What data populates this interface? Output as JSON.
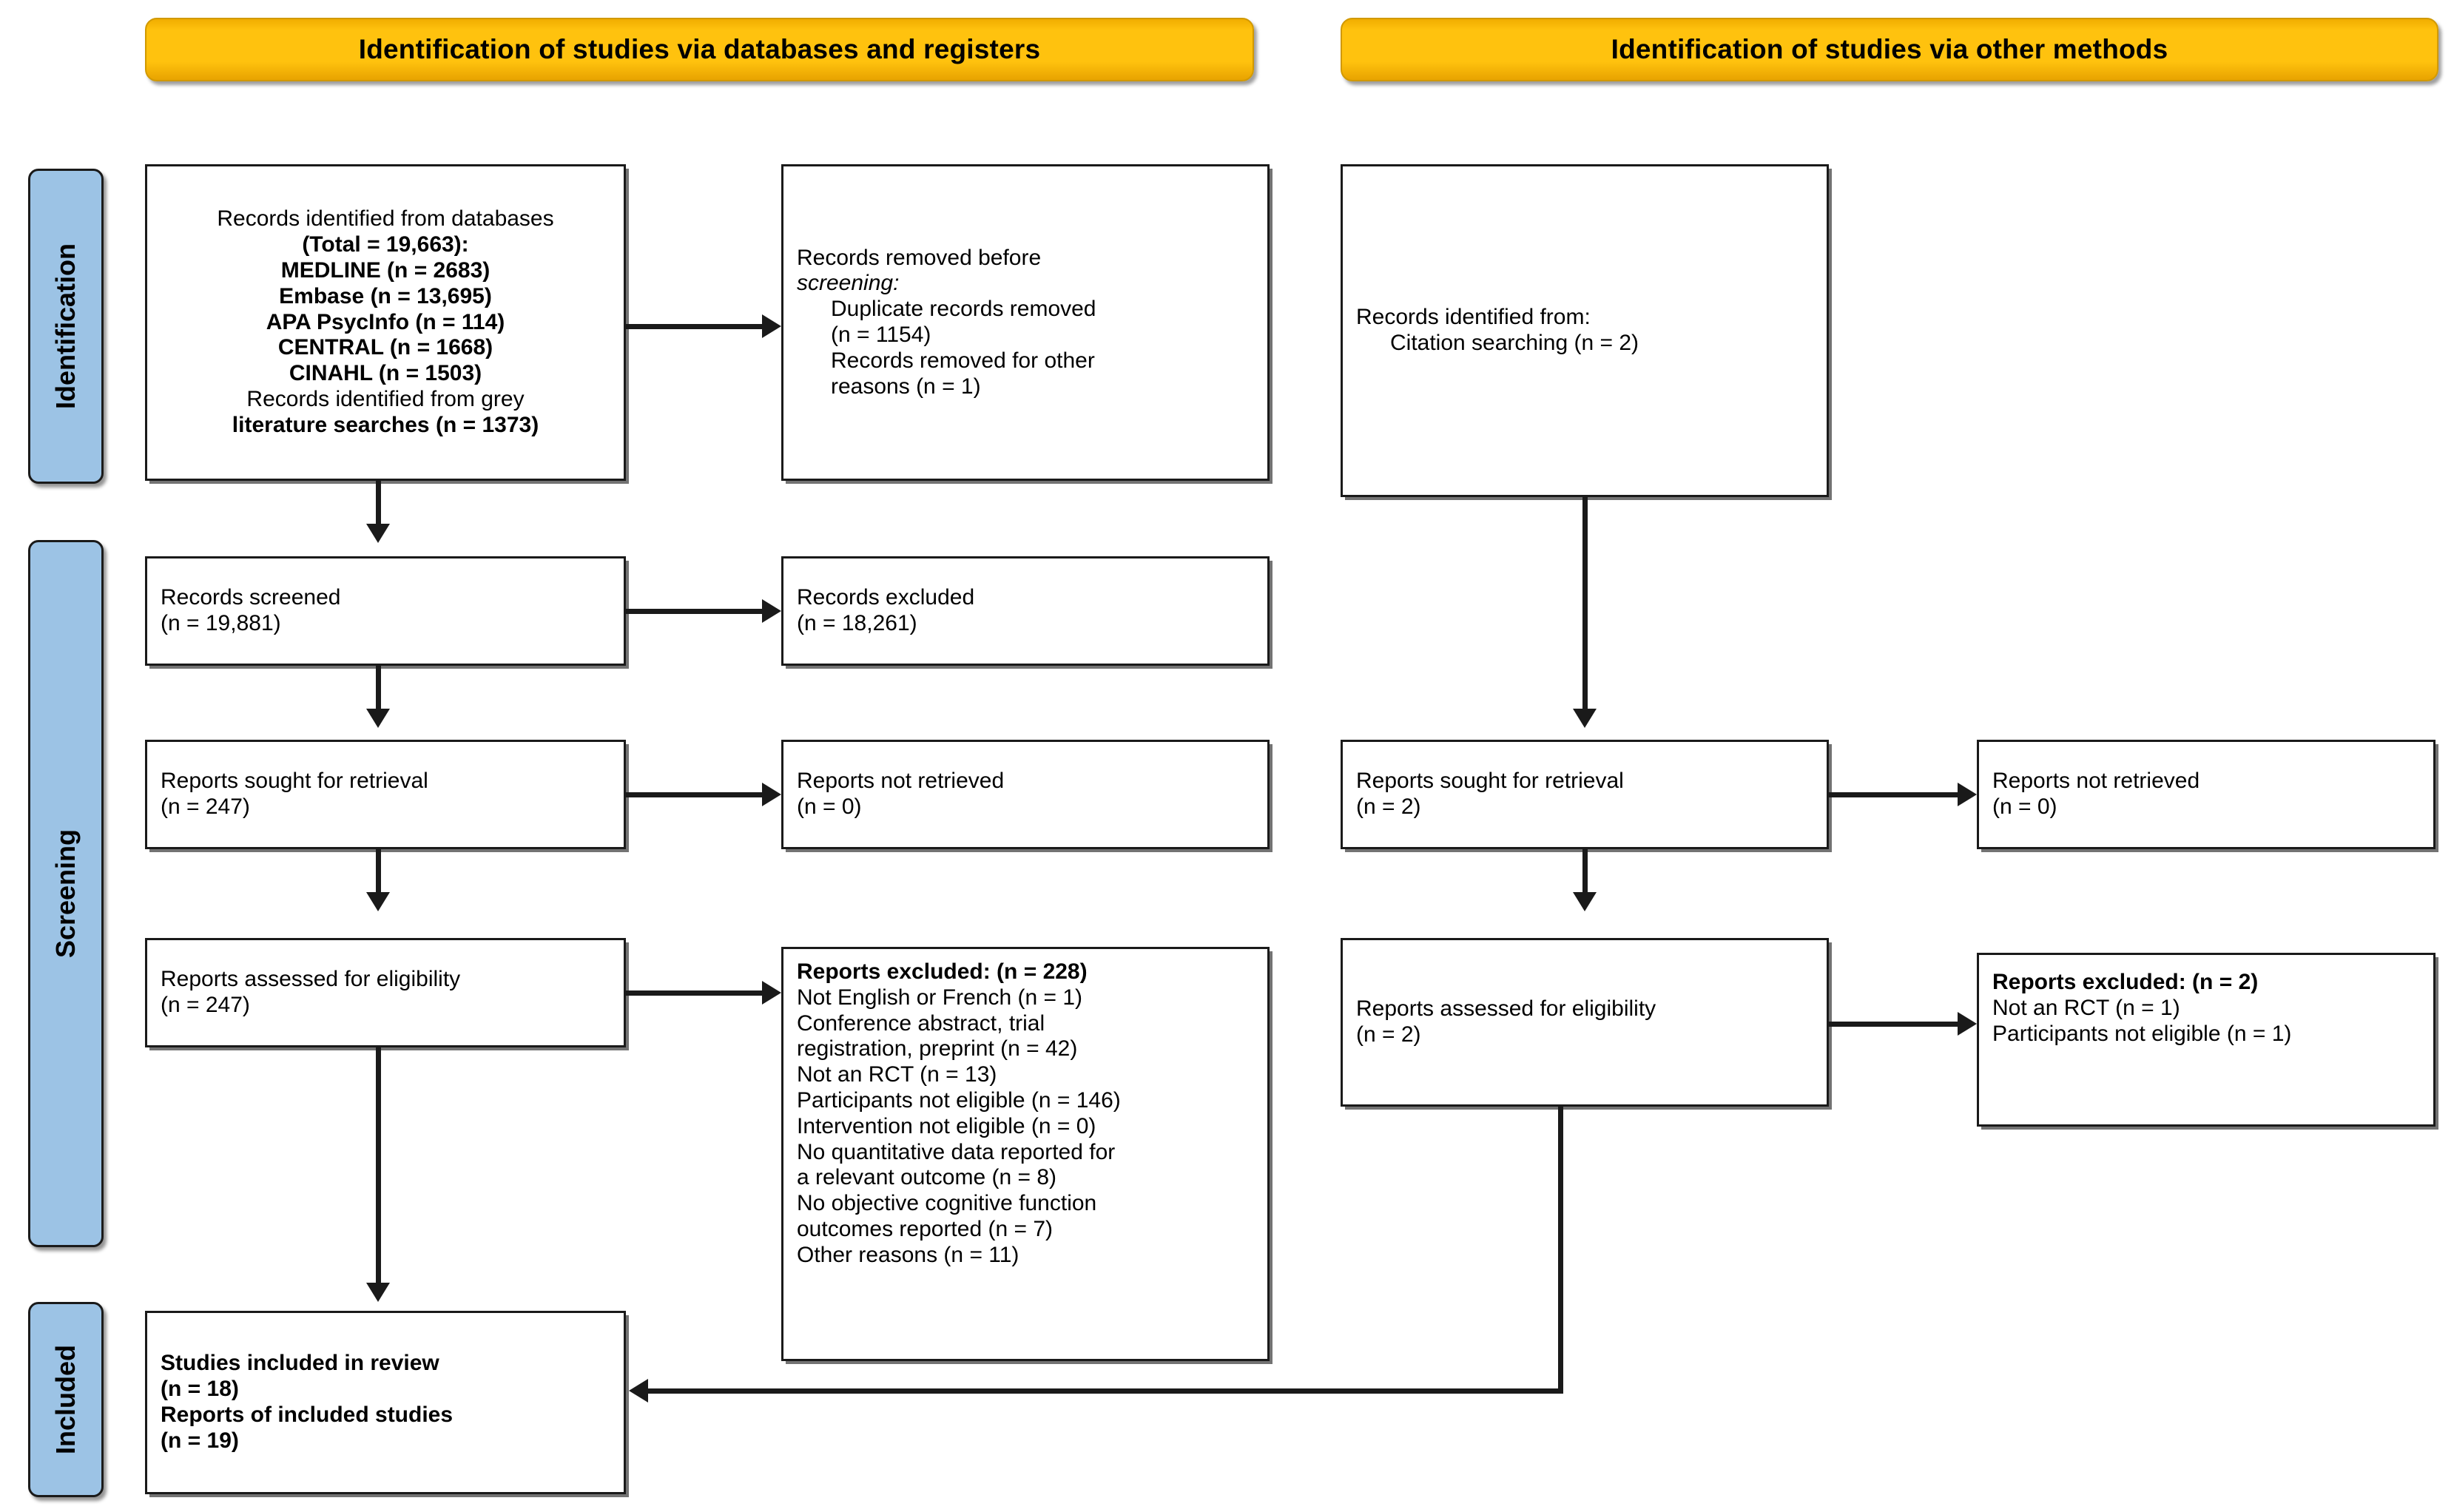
{
  "diagram": {
    "type": "PRISMA 2020 flow diagram",
    "banners": [
      {
        "id": "databases",
        "label": "Identification of studies via databases and registers"
      },
      {
        "id": "other",
        "label": "Identification of studies via other methods"
      }
    ],
    "rails": [
      {
        "id": "identification",
        "label": "Identification"
      },
      {
        "id": "screening",
        "label": "Screening"
      },
      {
        "id": "included",
        "label": "Included"
      }
    ],
    "boxes": {
      "records_identified_databases": {
        "lines": [
          {
            "text": "Records identified from databases",
            "bold": false
          },
          {
            "text": "(Total = 19,663):",
            "bold": true
          },
          {
            "text": "MEDLINE (n = 2683)",
            "bold": true
          },
          {
            "text": "Embase (n = 13,695)",
            "bold": true
          },
          {
            "text": "APA PsycInfo (n = 114)",
            "bold": true
          },
          {
            "text": "CENTRAL (n = 1668)",
            "bold": true
          },
          {
            "text": "CINAHL (n = 1503)",
            "bold": true
          },
          {
            "text": "Records identified from grey",
            "bold": false
          },
          {
            "text": "literature searches (n = 1373)",
            "bold": true
          }
        ]
      },
      "records_removed": {
        "lines": [
          {
            "text": "Records removed before",
            "bold": false
          },
          {
            "text": "screening:",
            "bold": false
          },
          {
            "text": "Duplicate records removed",
            "bold": false
          },
          {
            "text": "(n = 1154)",
            "bold": false
          },
          {
            "text": "Records removed for other",
            "bold": false
          },
          {
            "text": "reasons (n = 1)",
            "bold": false
          }
        ]
      },
      "records_screened": {
        "lines": [
          {
            "text": "Records screened",
            "bold": false
          },
          {
            "text": "(n = 19,881)",
            "bold": false
          }
        ]
      },
      "records_excluded": {
        "lines": [
          {
            "text": "Records excluded",
            "bold": false
          },
          {
            "text": "(n = 18,261)",
            "bold": false
          }
        ]
      },
      "reports_sought_left": {
        "lines": [
          {
            "text": "Reports sought for retrieval",
            "bold": false
          },
          {
            "text": "(n = 247)",
            "bold": false
          }
        ]
      },
      "reports_not_retrieved_left": {
        "lines": [
          {
            "text": "Reports not retrieved",
            "bold": false
          },
          {
            "text": "(n = 0)",
            "bold": false
          }
        ]
      },
      "reports_assessed_left": {
        "lines": [
          {
            "text": "Reports assessed for eligibility",
            "bold": false
          },
          {
            "text": "(n = 247)",
            "bold": false
          }
        ]
      },
      "reports_excluded_left": {
        "lines": [
          {
            "text": "Reports excluded: (n = 228)",
            "bold": true
          },
          {
            "text": "Not English or French (n = 1)",
            "bold": false
          },
          {
            "text": "Conference abstract, trial",
            "bold": false
          },
          {
            "text": "registration, preprint (n = 42)",
            "bold": false
          },
          {
            "text": "Not an RCT (n = 13)",
            "bold": false
          },
          {
            "text": "Participants not eligible (n = 146)",
            "bold": false
          },
          {
            "text": "Intervention not eligible (n = 0)",
            "bold": false
          },
          {
            "text": "No quantitative data reported for",
            "bold": false
          },
          {
            "text": "a relevant outcome (n = 8)",
            "bold": false
          },
          {
            "text": "No objective cognitive function",
            "bold": false
          },
          {
            "text": "outcomes reported (n = 7)",
            "bold": false
          },
          {
            "text": "Other reasons (n = 11)",
            "bold": false
          }
        ]
      },
      "studies_included": {
        "lines": [
          {
            "text": "Studies included in review",
            "bold": true
          },
          {
            "text": "(n = 18)",
            "bold": true
          },
          {
            "text": "Reports of included studies",
            "bold": true
          },
          {
            "text": "(n = 19)",
            "bold": true
          }
        ]
      },
      "records_identified_other": {
        "lines": [
          {
            "text": "Records identified from:",
            "bold": false
          },
          {
            "text": "Citation searching (n = 2)",
            "bold": false
          }
        ]
      },
      "reports_sought_right": {
        "lines": [
          {
            "text": "Reports sought for retrieval",
            "bold": false
          },
          {
            "text": "(n = 2)",
            "bold": false
          }
        ]
      },
      "reports_not_retrieved_right": {
        "lines": [
          {
            "text": "Reports not retrieved",
            "bold": false
          },
          {
            "text": "(n = 0)",
            "bold": false
          }
        ]
      },
      "reports_assessed_right": {
        "lines": [
          {
            "text": "Reports assessed for eligibility",
            "bold": false
          },
          {
            "text": "(n = 2)",
            "bold": false
          }
        ]
      },
      "reports_excluded_right": {
        "lines": [
          {
            "text": "Reports excluded: (n = 2)",
            "bold": true
          },
          {
            "text": "Not an RCT (n = 1)",
            "bold": false
          },
          {
            "text": "Participants not eligible (n = 1)",
            "bold": false
          }
        ]
      }
    },
    "colors": {
      "banner_fill": "#ffc20e",
      "rail_fill": "#9cc3e5",
      "box_border": "#1a1a1a",
      "box_fill": "#ffffff",
      "text": "#000000"
    }
  }
}
